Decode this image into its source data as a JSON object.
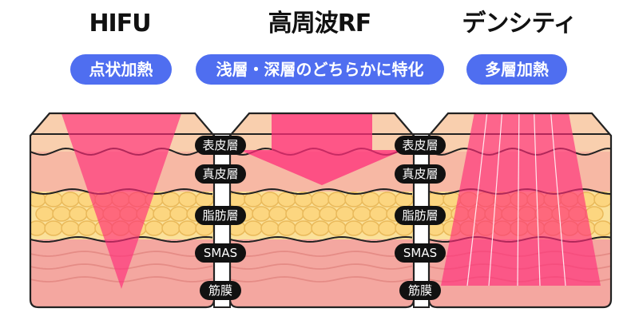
{
  "columns": [
    {
      "title": "HIFU",
      "subtitle": "点状加熱"
    },
    {
      "title": "高周波RF",
      "subtitle": "浅層・深層のどちらかに特化"
    },
    {
      "title": "デンシティ",
      "subtitle": "多層加熱"
    }
  ],
  "layers": [
    "表皮層",
    "真皮層",
    "脂肪層",
    "SMAS",
    "筋膜"
  ],
  "colors": {
    "accent_pill": "#4f6ef0",
    "beam": "#ff2d7a",
    "epidermis": "#f9cfae",
    "dermis": "#f7b8a4",
    "fat": "#fbe19a",
    "muscle": "#f4a7a0",
    "outline": "#222222"
  }
}
